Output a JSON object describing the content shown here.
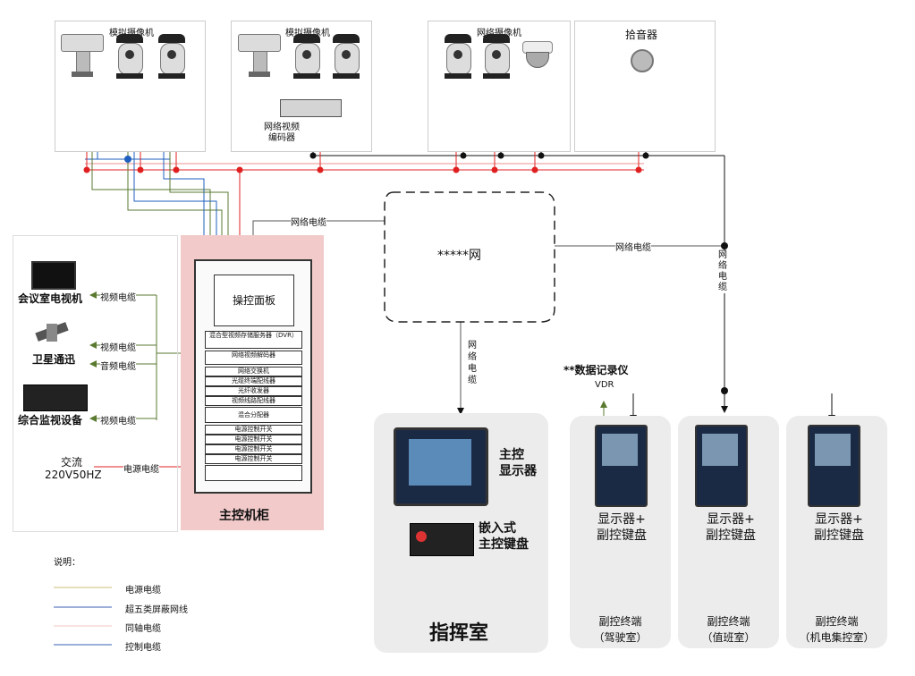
{
  "camera_groups": {
    "analog1": {
      "title": "模拟摄像机"
    },
    "analog2": {
      "title": "模拟摄像机"
    },
    "network": {
      "title": "网络摄像机"
    },
    "pickup": {
      "title": "拾音器"
    }
  },
  "encoder": {
    "label_line1": "网络视频",
    "label_line2": "编码器"
  },
  "network_cloud": {
    "label": "*****网"
  },
  "cables": {
    "net1": "网络电缆",
    "net2": "网络电缆",
    "net_vertical_center": "网络电缆",
    "net_vertical_right": "网络电缆",
    "video1": "视频电缆",
    "video2": "视频电缆",
    "audio": "音频电缆",
    "video3": "视频电缆",
    "power": "电源电缆"
  },
  "devices_left": {
    "tv": "会议室电视机",
    "satellite": "卫星通迅",
    "monitor": "综合监视设备",
    "ac_line1": "交流",
    "ac_line2": "220V50HZ"
  },
  "rack": {
    "title": "主控机柜",
    "panel": "操控面板",
    "slots": [
      "混合型视频存储服务器（DVR）",
      "网络视频解码器",
      "网络交换机",
      "光缆终端配线器",
      "光纤收发器",
      "视频线路配线器",
      "混合分配器",
      "电源控制开关",
      "电源控制开关",
      "电源控制开关",
      "电源控制开关"
    ]
  },
  "command_room": {
    "title": "指挥室",
    "display_line1": "主控",
    "display_line2": "显示器",
    "keyboard_line1": "嵌入式",
    "keyboard_line2": "主控键盘"
  },
  "vdr": {
    "line1": "**数据记录仪",
    "line2": "VDR"
  },
  "terminals": [
    {
      "line1": "显示器+",
      "line2": "副控键盘",
      "room1": "副控终端",
      "room2": "（驾驶室）"
    },
    {
      "line1": "显示器+",
      "line2": "副控键盘",
      "room1": "副控终端",
      "room2": "（值班室）"
    },
    {
      "line1": "显示器+",
      "line2": "副控键盘",
      "room1": "副控终端",
      "room2": "（机电集控室）"
    }
  ],
  "legend": {
    "title": "说明：",
    "items": [
      {
        "label": "电源电缆",
        "color": "#c9c07a"
      },
      {
        "label": "超五类屏蔽网线",
        "color": "#3a5fb0"
      },
      {
        "label": "同轴电缆",
        "color": "#f3c6c6"
      },
      {
        "label": "控制电缆",
        "color": "#3a5fb0"
      }
    ]
  },
  "colors": {
    "red": "#e02020",
    "blue": "#1f5fbf",
    "green": "#5a7a30",
    "rack_bg": "#f2caca",
    "room_bg": "#ececec"
  }
}
